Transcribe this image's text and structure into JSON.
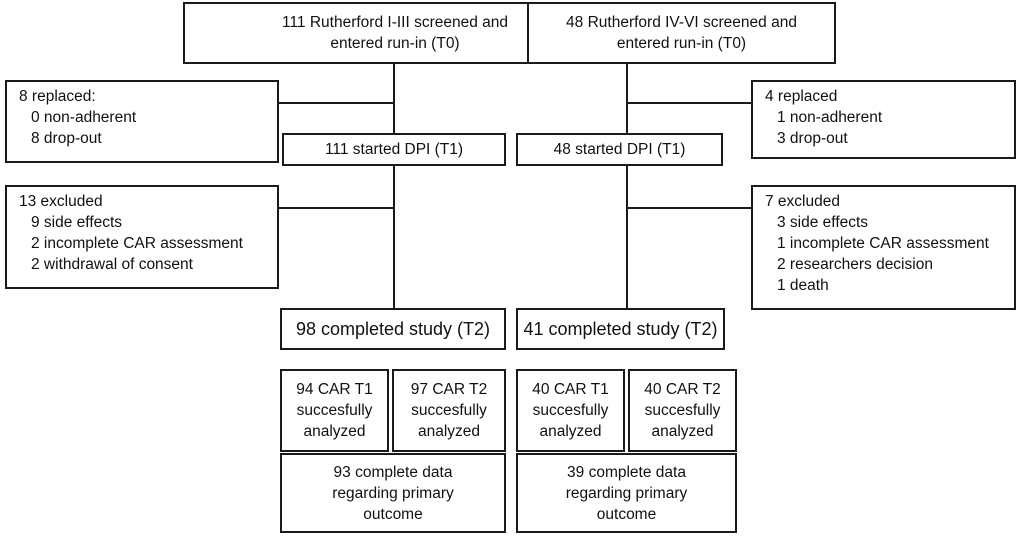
{
  "left": {
    "screened": [
      "111 Rutherford I-III screened and",
      "entered run-in (T0)"
    ],
    "replaced": {
      "title": "8 replaced:",
      "items": [
        "0 non-adherent",
        "8 drop-out"
      ]
    },
    "started": "111 started DPI (T1)",
    "excluded": {
      "title": "13 excluded",
      "items": [
        "9 side effects",
        "2 incomplete CAR assessment",
        "2 withdrawal of consent"
      ]
    },
    "completed": "98 completed study (T2)",
    "car_t1": [
      "94 CAR T1",
      "succesfully",
      "analyzed"
    ],
    "car_t2": [
      "97 CAR T2",
      "succesfully",
      "analyzed"
    ],
    "complete_data": [
      "93 complete data",
      "regarding primary",
      "outcome"
    ]
  },
  "right": {
    "screened": [
      "48 Rutherford IV-VI screened and",
      "entered run-in (T0)"
    ],
    "replaced": {
      "title": "4 replaced",
      "items": [
        "1 non-adherent",
        "3 drop-out"
      ]
    },
    "started": "48 started DPI (T1)",
    "excluded": {
      "title": "7 excluded",
      "items": [
        "3 side effects",
        "1 incomplete CAR assessment",
        "2 researchers decision",
        "1 death"
      ]
    },
    "completed": "41 completed study (T2)",
    "car_t1": [
      "40 CAR T1",
      "succesfully",
      "analyzed"
    ],
    "car_t2": [
      "40 CAR T2",
      "succesfully",
      "analyzed"
    ],
    "complete_data": [
      "39 complete data",
      "regarding primary",
      "outcome"
    ]
  }
}
